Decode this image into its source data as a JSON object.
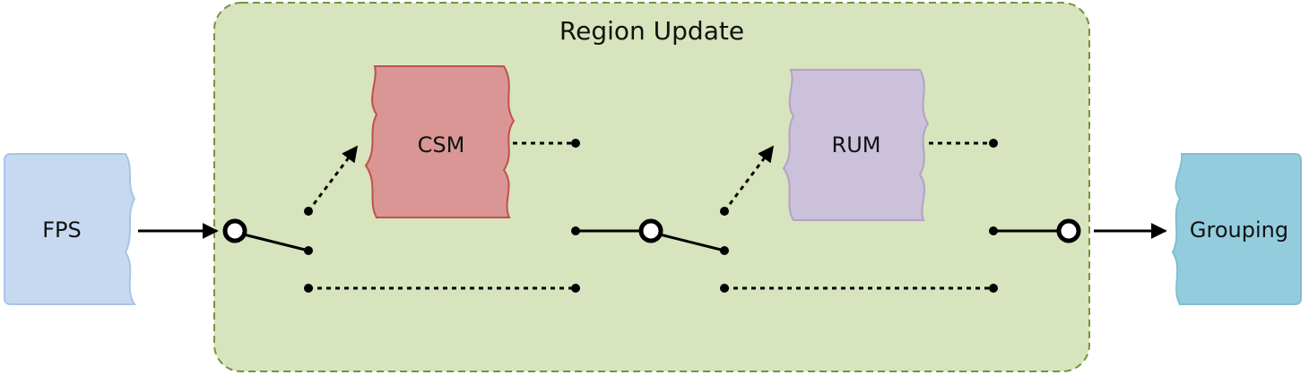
{
  "region": {
    "title": "Region Update",
    "fill": "#d7e4bd",
    "border": "#76923c"
  },
  "blocks": {
    "fps": {
      "label": "FPS",
      "fill": "#c6d9f1",
      "stroke": "#a9c4e6"
    },
    "csm": {
      "label": "CSM",
      "fill": "#d99694",
      "stroke": "#c0504d"
    },
    "rum": {
      "label": "RUM",
      "fill": "#ccc1da",
      "stroke": "#b3a2c7"
    },
    "grouping": {
      "label": "Grouping",
      "fill": "#93cddd",
      "stroke": "#7fbfd0"
    }
  }
}
